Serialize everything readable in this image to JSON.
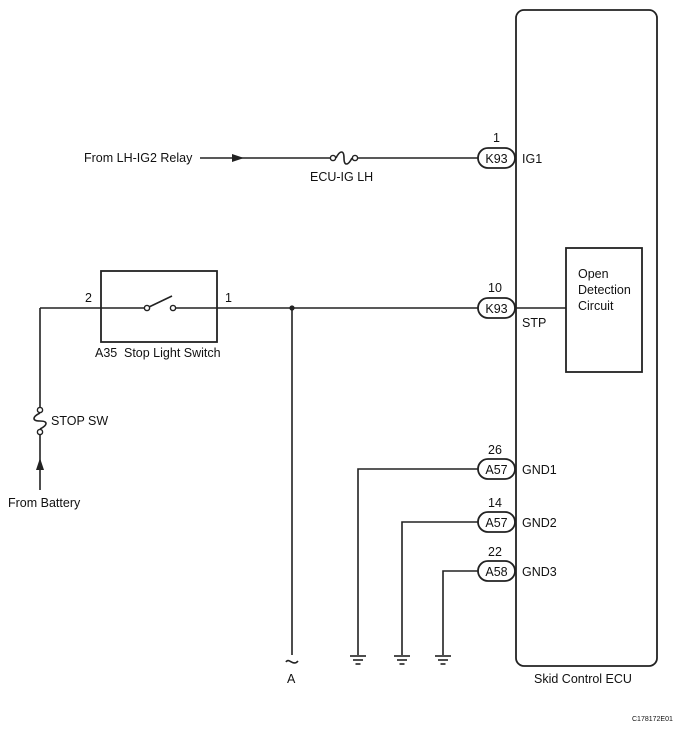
{
  "inputs": {
    "lh_ig2_relay": "From LH-IG2 Relay",
    "battery": "From Battery"
  },
  "fuses": {
    "ecu_ig_lh": "ECU-IG LH",
    "stop_sw": "STOP SW"
  },
  "stop_light_switch": {
    "ref": "A35",
    "name": "Stop Light Switch",
    "pin_left": "2",
    "pin_right": "1"
  },
  "ecu": {
    "name": "Skid Control ECU",
    "terminals": [
      {
        "pin": "1",
        "connector": "K93",
        "signal": "IG1"
      },
      {
        "pin": "10",
        "connector": "K93",
        "signal": "STP"
      },
      {
        "pin": "26",
        "connector": "A57",
        "signal": "GND1"
      },
      {
        "pin": "14",
        "connector": "A57",
        "signal": "GND2"
      },
      {
        "pin": "22",
        "connector": "A58",
        "signal": "GND3"
      }
    ]
  },
  "open_detection_circuit": [
    "Open",
    "Detection",
    "Circuit"
  ],
  "branch_label": "A",
  "figure_code": "C178172E01"
}
